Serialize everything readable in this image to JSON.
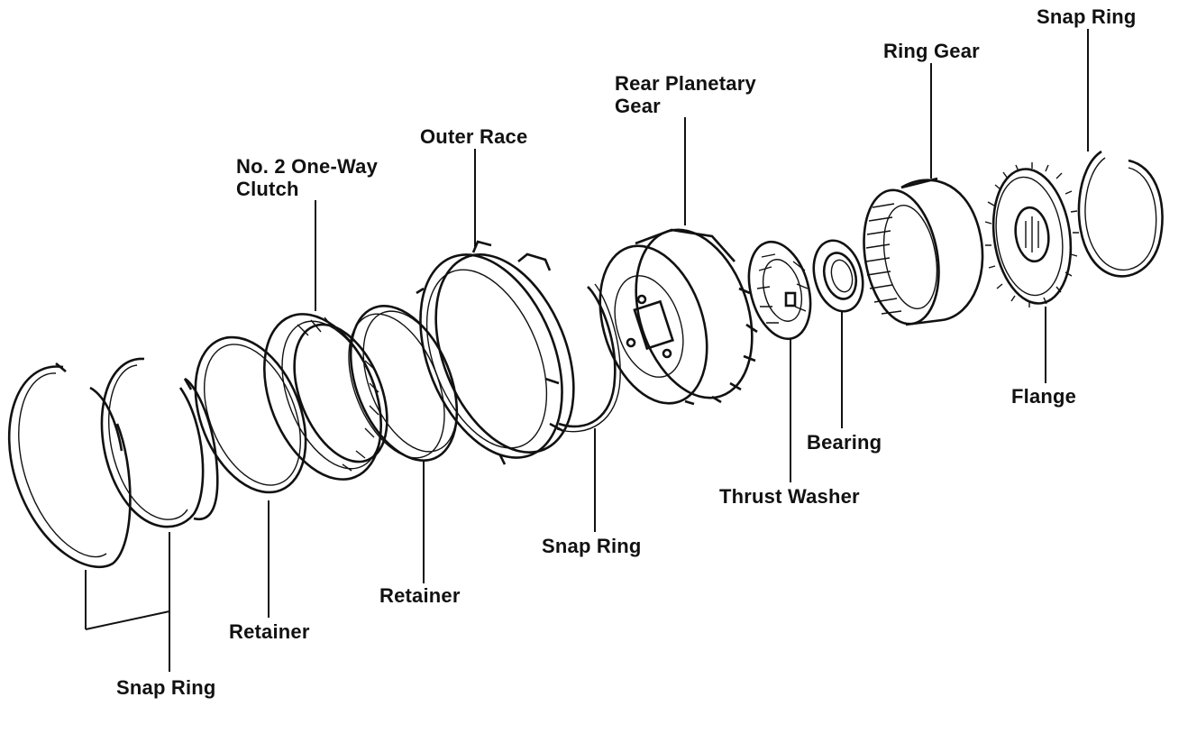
{
  "labels": {
    "snap_ring_top_right": "Snap Ring",
    "ring_gear": "Ring Gear",
    "rear_planetary_gear": "Rear Planetary\nGear",
    "outer_race": "Outer Race",
    "no2_one_way_clutch": "No. 2 One-Way\nClutch",
    "flange": "Flange",
    "bearing": "Bearing",
    "thrust_washer": "Thrust Washer",
    "snap_ring_middle": "Snap Ring",
    "retainer_middle": "Retainer",
    "retainer_left": "Retainer",
    "snap_ring_bottom_left": "Snap Ring"
  }
}
